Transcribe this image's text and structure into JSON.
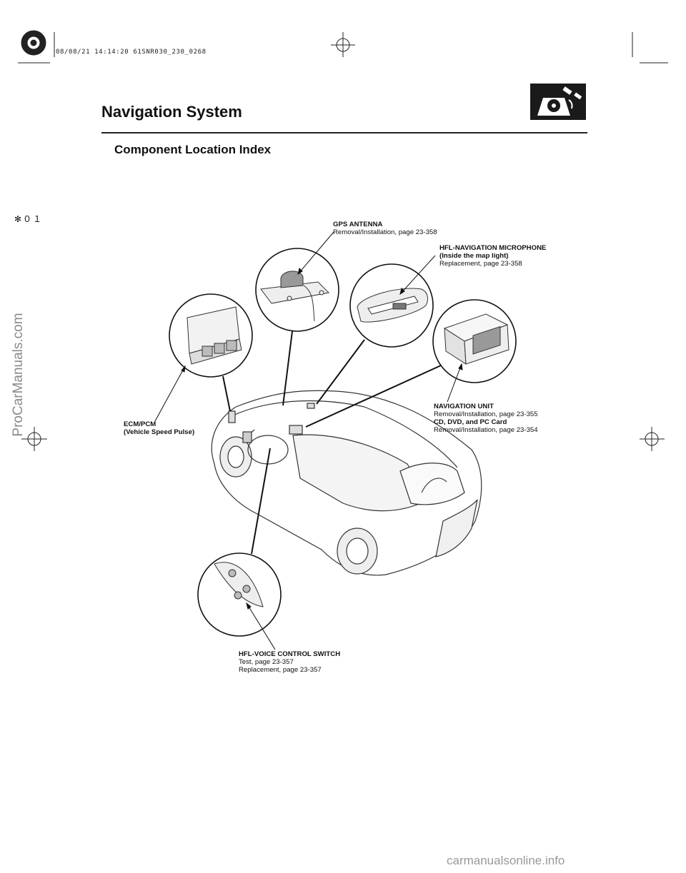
{
  "header": {
    "stamp": "08/08/21 14:14:20 61SNR030_230_0268",
    "title": "Navigation System",
    "section": "Component Location Index",
    "side_mark": "✻０１",
    "icon": "navigation-satellite-icon"
  },
  "callouts": {
    "gps_antenna": {
      "title": "GPS ANTENNA",
      "line1": "Removal/Installation, page 23-358"
    },
    "microphone": {
      "title": "HFL-NAVIGATION MICROPHONE",
      "subtitle": "(Inside the map light)",
      "line1": "Replacement, page 23-358"
    },
    "navigation_unit": {
      "title": "NAVIGATION UNIT",
      "line1": "Removal/Installation, page 23-355",
      "title2": "CD, DVD, and PC Card",
      "line2": "Removal/Installation, page 23-354"
    },
    "ecm_pcm": {
      "title": "ECM/PCM",
      "subtitle": "(Vehicle Speed Pulse)"
    },
    "voice_switch": {
      "title": "HFL-VOICE CONTROL SWITCH",
      "line1": "Test, page 23-357",
      "line2": "Replacement, page 23-357"
    }
  },
  "watermarks": {
    "left": "ProCarManuals.com",
    "bottom": "carmanualsonline.info"
  }
}
